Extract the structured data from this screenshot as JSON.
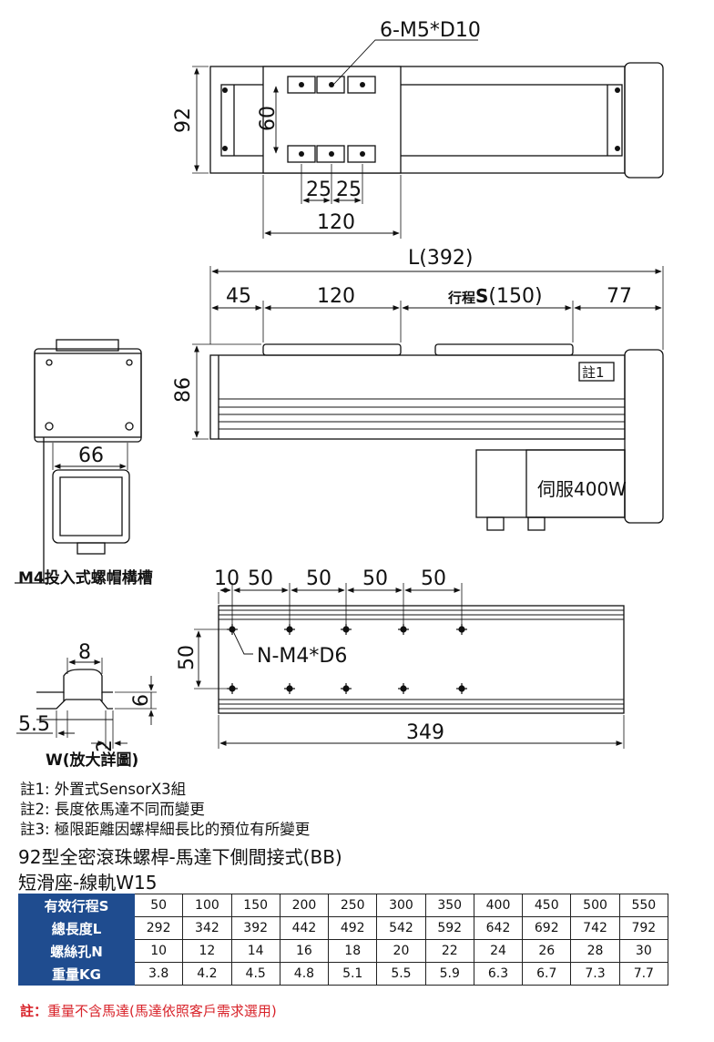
{
  "top_view": {
    "tap_callout": "6-M5*D10",
    "dim_height": "92",
    "dim_inner": "60",
    "dim_pitch_a": "25",
    "dim_pitch_b": "25",
    "dim_slider": "120"
  },
  "side_view": {
    "dim_length": "L(392)",
    "dim_start": "45",
    "dim_slider": "120",
    "stroke_prefix": "行程",
    "stroke_symbol": "S",
    "stroke_value": "(150)",
    "dim_end": "77",
    "dim_height": "86",
    "note_tag": "註1",
    "motor_label": "伺服400W"
  },
  "end_view": {
    "dim_rail": "66",
    "slot_label": "M4投入式螺帽構槽"
  },
  "bottom_view": {
    "dims": [
      "10",
      "50",
      "50",
      "50",
      "50"
    ],
    "dim_height": "50",
    "hole_callout": "N-M4*D6",
    "dim_length": "349"
  },
  "detail": {
    "dim_width": "8",
    "dim_depth": "6",
    "dim_lip": "5.5",
    "dim_bottom": "2",
    "caption": "W(放大詳圖)"
  },
  "notes": [
    "註1: 外置式SensorX3組",
    "註2: 長度依馬達不同而變更",
    "註3: 極限距離因螺桿細長比的預位有所變更"
  ],
  "title_line1": "92型全密滾珠螺桿-馬達下側間接式(BB)",
  "title_line2": "短滑座-線軌W15",
  "spec_table": {
    "rows": [
      {
        "label": "有效行程S",
        "values": [
          "50",
          "100",
          "150",
          "200",
          "250",
          "300",
          "350",
          "400",
          "450",
          "500",
          "550"
        ]
      },
      {
        "label": "總長度L",
        "values": [
          "292",
          "342",
          "392",
          "442",
          "492",
          "542",
          "592",
          "642",
          "692",
          "742",
          "792"
        ]
      },
      {
        "label": "螺絲孔N",
        "values": [
          "10",
          "12",
          "14",
          "16",
          "18",
          "20",
          "22",
          "24",
          "26",
          "28",
          "30"
        ]
      },
      {
        "label": "重量KG",
        "values": [
          "3.8",
          "4.2",
          "4.5",
          "4.8",
          "5.1",
          "5.5",
          "5.9",
          "6.3",
          "6.7",
          "7.3",
          "7.7"
        ]
      }
    ]
  },
  "footnote_prefix": "註：",
  "footnote": "重量不含馬達(馬達依照客戶需求選用)",
  "colors": {
    "table_header": "#1f4c8f",
    "footnote": "#d8232a"
  }
}
